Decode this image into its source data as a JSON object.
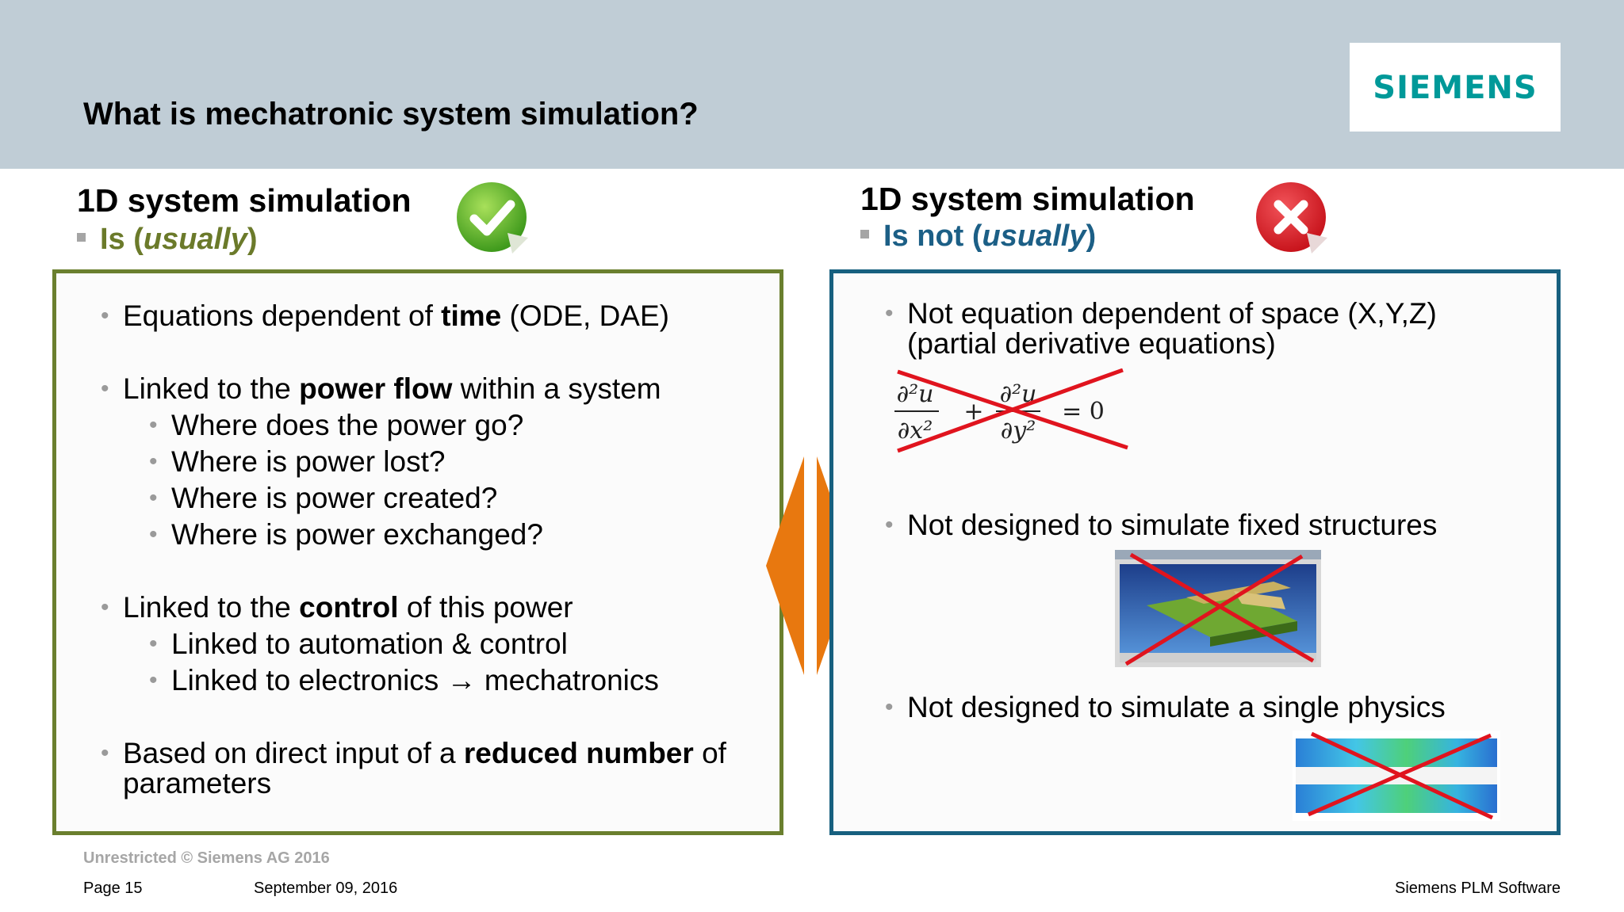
{
  "header": {
    "title": "What is mechatronic system simulation?",
    "logo_text": "SIEMENS"
  },
  "left": {
    "title": "1D system simulation",
    "subtitle_prefix": "Is (",
    "subtitle_italic": "usually",
    "subtitle_suffix": ")",
    "badge_icon": "check-icon",
    "items": {
      "i1": {
        "pre": "Equations dependent of ",
        "bold": "time",
        "post": " (ODE, DAE)"
      },
      "i2": {
        "pre": "Linked to the ",
        "bold": "power flow",
        "post": " within a system"
      },
      "i2a": "Where does the power go?",
      "i2b": "Where is power lost?",
      "i2c": "Where is power created?",
      "i2d": "Where is power exchanged?",
      "i3": {
        "pre": "Linked to the ",
        "bold": "control",
        "post": " of this power"
      },
      "i3a": "Linked to automation & control",
      "i3b": "Linked to electronics → mechatronics",
      "i4": {
        "pre": "Based on direct input of a ",
        "bold": "reduced number",
        "post": " of"
      },
      "i4b": "parameters"
    }
  },
  "right": {
    "title": "1D system simulation",
    "subtitle_prefix": "Is not (",
    "subtitle_italic": "usually",
    "subtitle_suffix": ")",
    "badge_icon": "cross-icon",
    "items": {
      "r1": "Not equation dependent of space (X,Y,Z)",
      "r1b": "(partial derivative equations)",
      "r2": "Not designed to simulate fixed structures",
      "r3": "Not designed to simulate a single physics"
    },
    "equation": {
      "lhs1_num": "∂²u",
      "lhs1_den": "∂x²",
      "plus": "+",
      "lhs2_num": "∂²u",
      "lhs2_den": "∂y²",
      "rhs": "= 0"
    }
  },
  "footer": {
    "classification": "Unrestricted © Siemens AG 2016",
    "page": "Page 15",
    "date": "September 09, 2016",
    "company": "Siemens PLM Software"
  },
  "colors": {
    "header_band": "#c0cdd6",
    "logo": "#009999",
    "left_accent": "#6a7f2e",
    "right_accent": "#17607f",
    "diamond": "#e8780f",
    "cross_out": "#e0141e"
  }
}
